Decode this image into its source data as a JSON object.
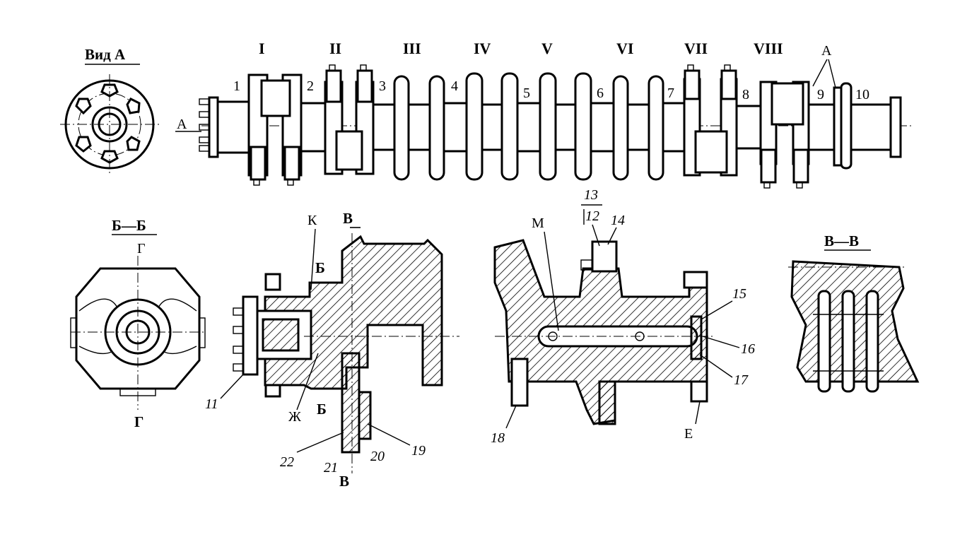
{
  "view_a": {
    "title": "Вид А"
  },
  "shaft": {
    "side_marker": "А",
    "top_marker": "А",
    "cranks": [
      "I",
      "II",
      "III",
      "IV",
      "V",
      "VI",
      "VII",
      "VIII"
    ],
    "journals": [
      "1",
      "2",
      "3",
      "4",
      "5",
      "6",
      "7",
      "8",
      "9",
      "10"
    ]
  },
  "section_bb": {
    "title": "Б—Б",
    "top_marker": "Г",
    "bottom_marker": "Г"
  },
  "left_detail": {
    "marker_k": "К",
    "marker_v_top": "В",
    "marker_b_top": "Б",
    "marker_b_bottom": "Б",
    "marker_zh": "Ж",
    "marker_v_bottom": "В",
    "parts": [
      "11",
      "22",
      "21",
      "20",
      "19"
    ]
  },
  "right_detail": {
    "marker_m": "М",
    "marker_e": "Е",
    "frac_top": "13",
    "frac_bottom": "12",
    "parts": [
      "14",
      "15",
      "16",
      "17",
      "18"
    ]
  },
  "section_vv": {
    "title": "В—В"
  }
}
